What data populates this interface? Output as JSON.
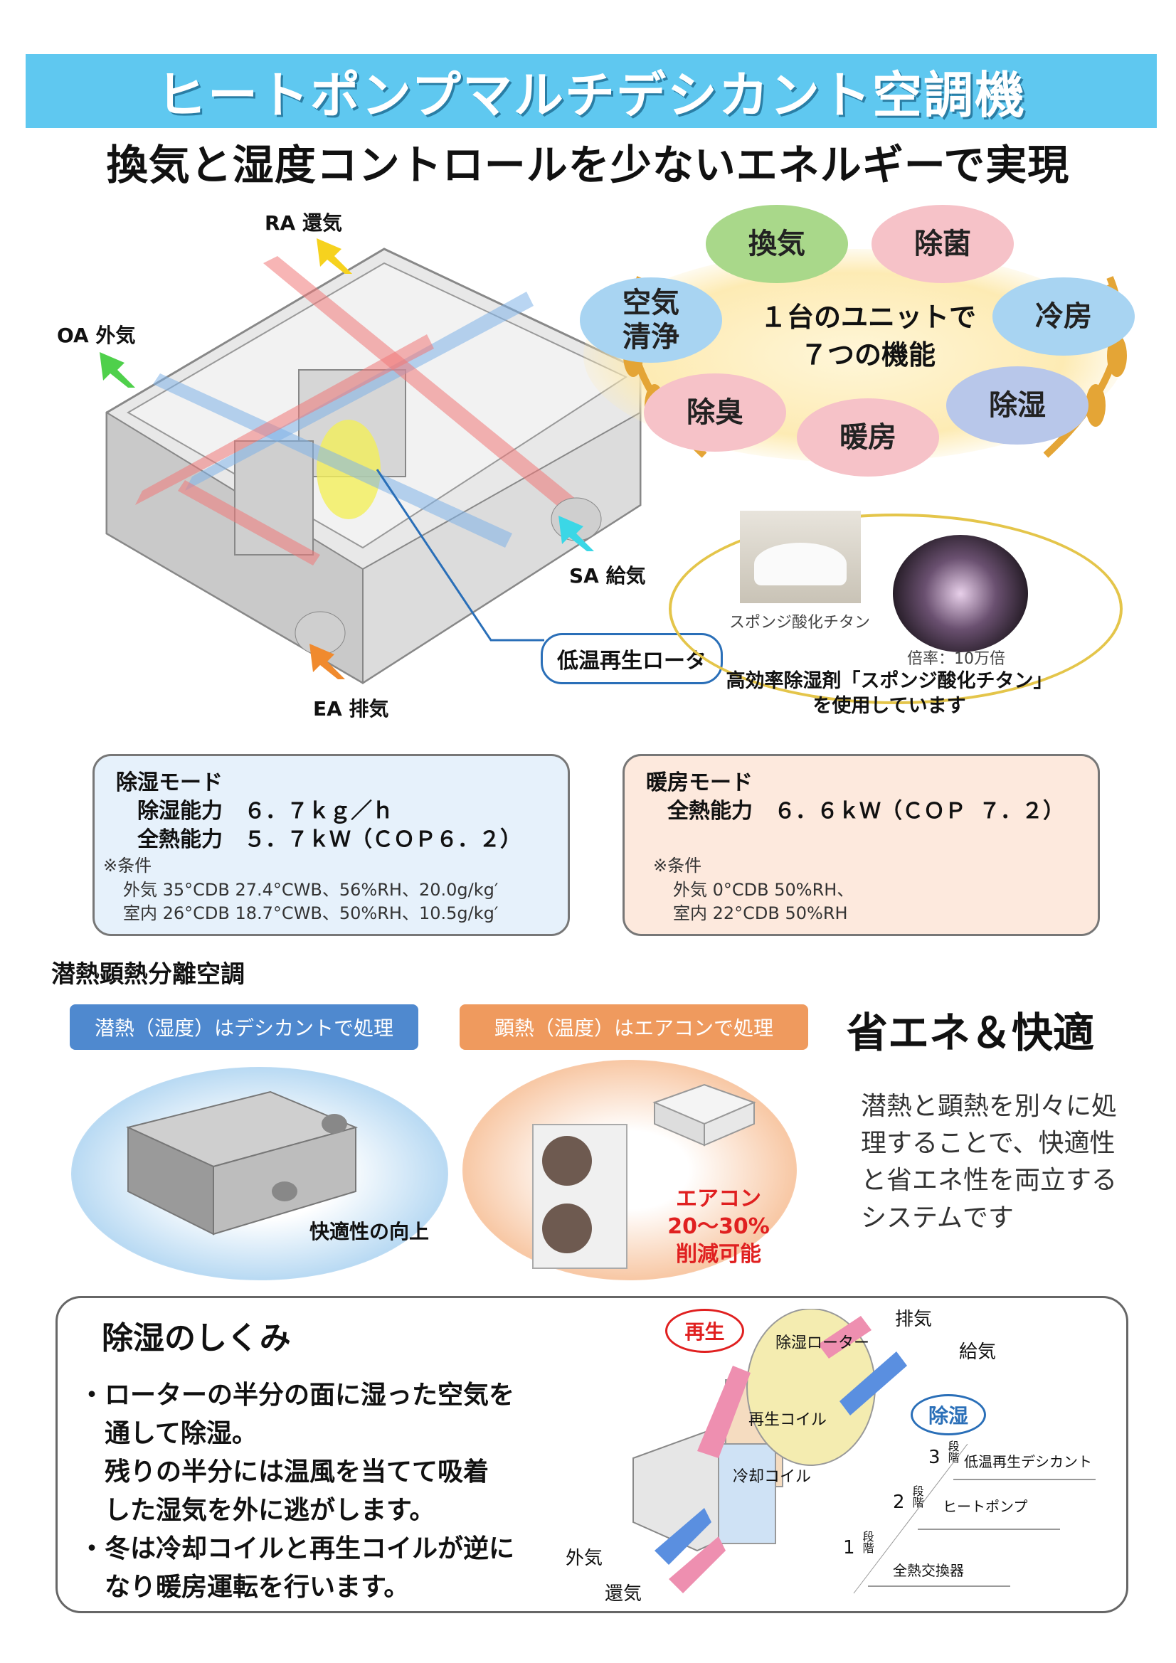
{
  "header": {
    "title": "ヒートポンプマルチデシカント空調機",
    "subtitle": "換気と湿度コントロールを少ないエネルギーで実現"
  },
  "unit_diagram": {
    "ra_label": "RA 還気",
    "oa_label": "OA 外気",
    "sa_label": "SA 給気",
    "ea_label": "EA 排気",
    "rotor_label": "低温再生ロータ"
  },
  "functions": {
    "center_line1": "１台のユニットで",
    "center_line2": "７つの機能",
    "items": [
      "換気",
      "除菌",
      "空気\n清浄",
      "冷房",
      "除臭",
      "暖房",
      "除湿"
    ],
    "colors": {
      "green": "#a9d88a",
      "pink": "#f6c2c8",
      "blue": "#a8d4f2",
      "lavender": "#b8c7ea",
      "gold": "#e4a536"
    }
  },
  "titanium": {
    "photo_caption": "スポンジ酸化チタン",
    "magnification": "倍率：10万倍",
    "desc_line1": "高効率除湿剤「スポンジ酸化チタン」",
    "desc_line2": "を使用しています"
  },
  "dehum_mode": {
    "title": "除湿モード",
    "row1": "除湿能力　６．７ｋｇ／ｈ",
    "row2": "全熱能力　５．７ｋＷ（ＣＯＰ６．２）",
    "cond_title": "※条件",
    "cond1": "外気 35°CDB 27.4°CWB、56%RH、20.0g/kg′",
    "cond2": "室内 26°CDB 18.7°CWB、50%RH、10.5g/kg′"
  },
  "heat_mode": {
    "title": "暖房モード",
    "row1": "全熱能力　６．６ｋＷ（ＣＯＰ ７．２）",
    "cond_title": "※条件",
    "cond1": "外気 0°CDB 50%RH、",
    "cond2": "室内 22°CDB 50%RH"
  },
  "separation": {
    "heading": "潜熱顕熱分離空調",
    "latent_pill": "潜熱（湿度）はデシカントで処理",
    "sensible_pill": "顕熱（温度）はエアコンで処理",
    "slogan": "省エネ＆快適",
    "comfort_label": "快適性の向上",
    "ac_line1": "エアコン",
    "ac_line2": "20～30%",
    "ac_line3": "削減可能",
    "desc_lines": [
      "潜熱と顕熱を別々に処",
      "理することで、快適性",
      "と省エネ性を両立する",
      "システムです"
    ]
  },
  "mechanism": {
    "title": "除湿のしくみ",
    "bullet1_lines": [
      "・ローターの半分の面に湿った空気を",
      "　通して除湿。",
      "　残りの半分には温風を当てて吸着",
      "　した湿気を外に逃がします。"
    ],
    "bullet2_lines": [
      "・冬は冷却コイルと再生コイルが逆に",
      "　なり暖房運転を行います。"
    ],
    "regen": "再生",
    "dehum": "除湿",
    "rotor": "除湿ローター",
    "regen_coil": "再生コイル",
    "cool_coil": "冷却コイル",
    "exhaust": "排気",
    "supply": "給気",
    "outdoor": "外気",
    "return": "還気",
    "stages": [
      {
        "num": "3",
        "kanji": "段階",
        "name": "低温再生デシカント"
      },
      {
        "num": "2",
        "kanji": "段階",
        "name": "ヒートポンプ"
      },
      {
        "num": "1",
        "kanji": "段階",
        "name": "全熱交換器"
      }
    ]
  }
}
